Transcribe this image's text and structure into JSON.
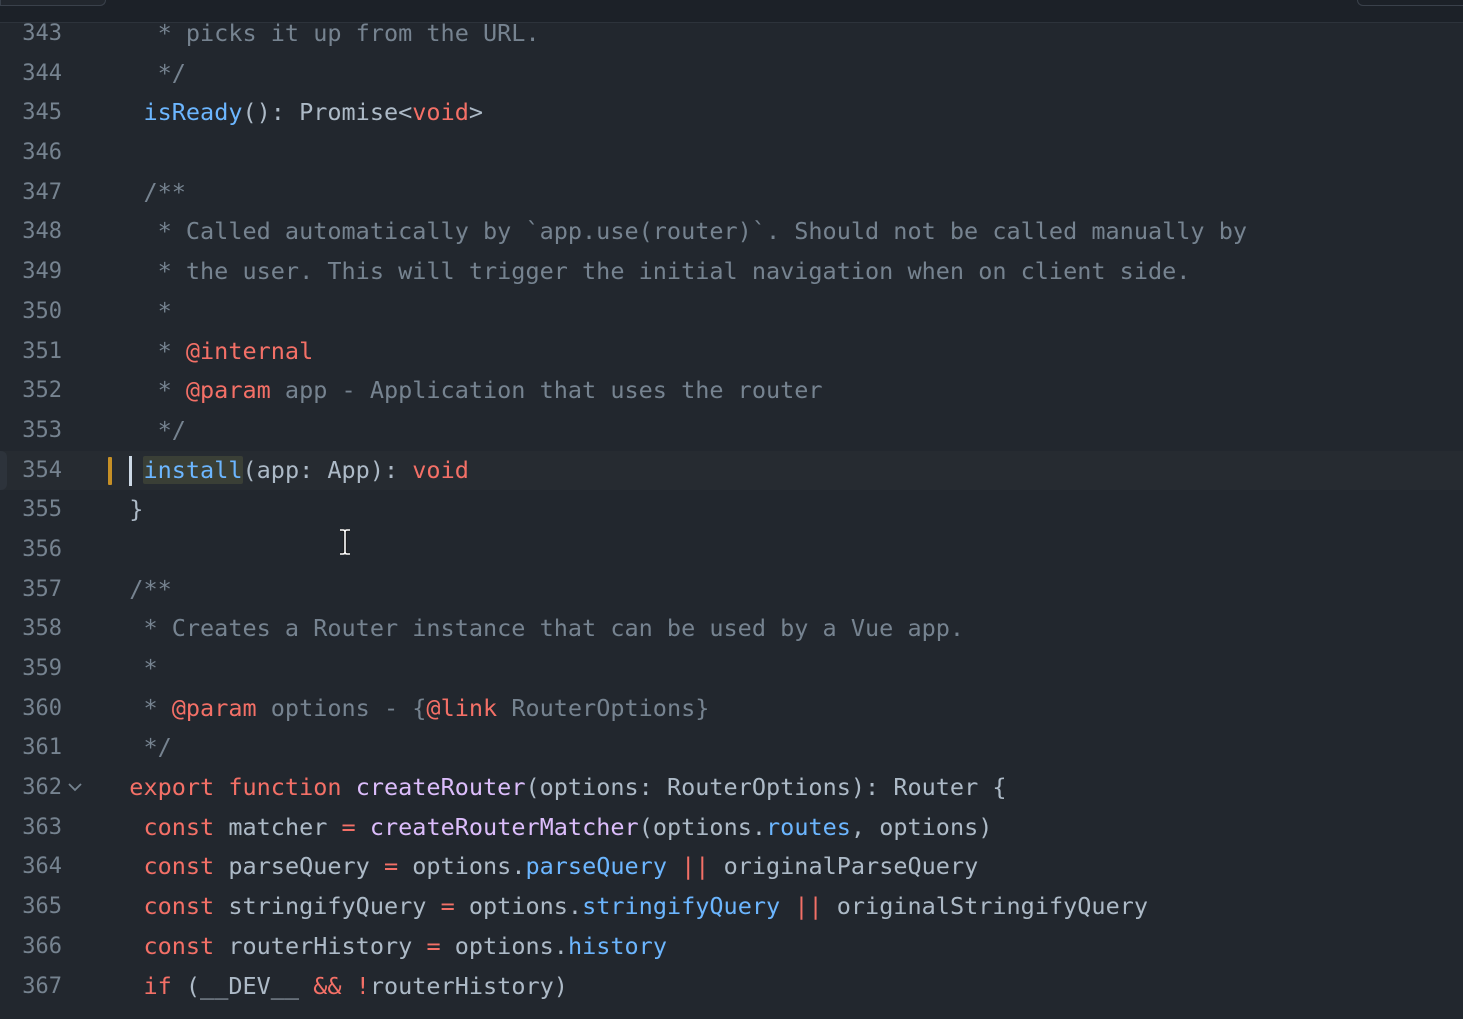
{
  "editor": {
    "active_line": 354,
    "lines": [
      {
        "n": "343",
        "parts": [
          {
            "t": "    * picks it up from the URL.",
            "c": "c"
          }
        ]
      },
      {
        "n": "344",
        "parts": [
          {
            "t": "    */",
            "c": "c"
          }
        ]
      },
      {
        "n": "345",
        "parts": [
          {
            "t": "   ",
            "c": "t"
          },
          {
            "t": "isReady",
            "c": "fn"
          },
          {
            "t": "(): Promise<",
            "c": "t"
          },
          {
            "t": "void",
            "c": "k"
          },
          {
            "t": ">",
            "c": "t"
          }
        ]
      },
      {
        "n": "346",
        "parts": []
      },
      {
        "n": "347",
        "parts": [
          {
            "t": "   /**",
            "c": "c"
          }
        ]
      },
      {
        "n": "348",
        "parts": [
          {
            "t": "    * Called automatically by `app.use(router)`. Should not be called manually by",
            "c": "c"
          }
        ]
      },
      {
        "n": "349",
        "parts": [
          {
            "t": "    * the user. This will trigger the initial navigation when on client side.",
            "c": "c"
          }
        ]
      },
      {
        "n": "350",
        "parts": [
          {
            "t": "    *",
            "c": "c"
          }
        ]
      },
      {
        "n": "351",
        "parts": [
          {
            "t": "    * ",
            "c": "c"
          },
          {
            "t": "@internal",
            "c": "k"
          }
        ]
      },
      {
        "n": "352",
        "parts": [
          {
            "t": "    * ",
            "c": "c"
          },
          {
            "t": "@param",
            "c": "k"
          },
          {
            "t": " app - Application that uses the router",
            "c": "c"
          }
        ]
      },
      {
        "n": "353",
        "parts": [
          {
            "t": "    */",
            "c": "c"
          }
        ]
      },
      {
        "n": "354",
        "parts": [
          {
            "t": "   ",
            "c": "t"
          },
          {
            "t": "install",
            "c": "fn",
            "sel": true
          },
          {
            "t": "(app: App): ",
            "c": "t"
          },
          {
            "t": "void",
            "c": "k"
          }
        ]
      },
      {
        "n": "355",
        "parts": [
          {
            "t": "  }",
            "c": "t"
          }
        ]
      },
      {
        "n": "356",
        "parts": []
      },
      {
        "n": "357",
        "parts": [
          {
            "t": "  /**",
            "c": "c"
          }
        ]
      },
      {
        "n": "358",
        "parts": [
          {
            "t": "   * Creates a Router instance that can be used by a Vue app.",
            "c": "c"
          }
        ]
      },
      {
        "n": "359",
        "parts": [
          {
            "t": "   *",
            "c": "c"
          }
        ]
      },
      {
        "n": "360",
        "parts": [
          {
            "t": "   * ",
            "c": "c"
          },
          {
            "t": "@param",
            "c": "k"
          },
          {
            "t": " options - {",
            "c": "c"
          },
          {
            "t": "@link",
            "c": "k"
          },
          {
            "t": " RouterOptions}",
            "c": "c"
          }
        ]
      },
      {
        "n": "361",
        "parts": [
          {
            "t": "   */",
            "c": "c"
          }
        ]
      },
      {
        "n": "362",
        "fold": "chevron-down-icon",
        "parts": [
          {
            "t": "  ",
            "c": "t"
          },
          {
            "t": "export",
            "c": "k"
          },
          {
            "t": " ",
            "c": "t"
          },
          {
            "t": "function",
            "c": "k"
          },
          {
            "t": " ",
            "c": "t"
          },
          {
            "t": "createRouter",
            "c": "fnt"
          },
          {
            "t": "(options: RouterOptions): Router {",
            "c": "t"
          }
        ]
      },
      {
        "n": "363",
        "parts": [
          {
            "t": "   ",
            "c": "t"
          },
          {
            "t": "const",
            "c": "k"
          },
          {
            "t": " matcher ",
            "c": "t"
          },
          {
            "t": "=",
            "c": "k"
          },
          {
            "t": " ",
            "c": "t"
          },
          {
            "t": "createRouterMatcher",
            "c": "fnt"
          },
          {
            "t": "(options.",
            "c": "t"
          },
          {
            "t": "routes",
            "c": "p"
          },
          {
            "t": ", options)",
            "c": "t"
          }
        ]
      },
      {
        "n": "364",
        "parts": [
          {
            "t": "   ",
            "c": "t"
          },
          {
            "t": "const",
            "c": "k"
          },
          {
            "t": " parseQuery ",
            "c": "t"
          },
          {
            "t": "=",
            "c": "k"
          },
          {
            "t": " options.",
            "c": "t"
          },
          {
            "t": "parseQuery",
            "c": "p"
          },
          {
            "t": " ",
            "c": "t"
          },
          {
            "t": "||",
            "c": "k"
          },
          {
            "t": " originalParseQuery",
            "c": "t"
          }
        ]
      },
      {
        "n": "365",
        "parts": [
          {
            "t": "   ",
            "c": "t"
          },
          {
            "t": "const",
            "c": "k"
          },
          {
            "t": " stringifyQuery ",
            "c": "t"
          },
          {
            "t": "=",
            "c": "k"
          },
          {
            "t": " options.",
            "c": "t"
          },
          {
            "t": "stringifyQuery",
            "c": "p"
          },
          {
            "t": " ",
            "c": "t"
          },
          {
            "t": "||",
            "c": "k"
          },
          {
            "t": " originalStringifyQuery",
            "c": "t"
          }
        ]
      },
      {
        "n": "366",
        "parts": [
          {
            "t": "   ",
            "c": "t"
          },
          {
            "t": "const",
            "c": "k"
          },
          {
            "t": " routerHistory ",
            "c": "t"
          },
          {
            "t": "=",
            "c": "k"
          },
          {
            "t": " options.",
            "c": "t"
          },
          {
            "t": "history",
            "c": "p"
          }
        ]
      },
      {
        "n": "367",
        "parts": [
          {
            "t": "   ",
            "c": "t"
          },
          {
            "t": "if",
            "c": "k"
          },
          {
            "t": " (__DEV__ ",
            "c": "t"
          },
          {
            "t": "&&",
            "c": "k"
          },
          {
            "t": " ",
            "c": "t"
          },
          {
            "t": "!",
            "c": "k"
          },
          {
            "t": "routerHistory)",
            "c": "t"
          }
        ]
      }
    ]
  }
}
